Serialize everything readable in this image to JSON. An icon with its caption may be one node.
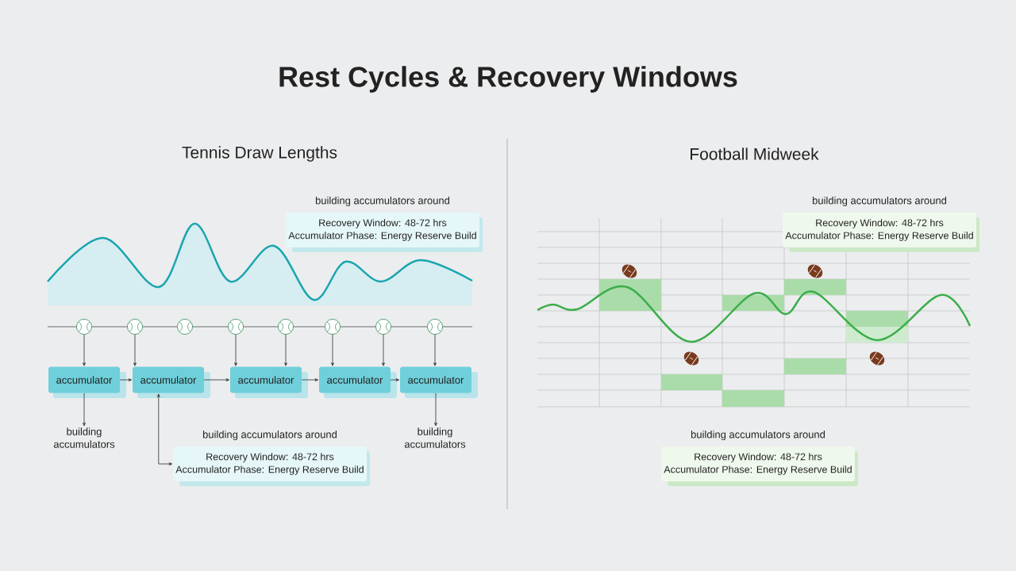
{
  "diagram": {
    "title": "Rest Cycles & Recovery Windows",
    "nodes": [
      {
        "text": [
          "building accumulators around",
          "Recovery Window: 48-72 hrs",
          "Accumulator Phase: Energy Reserve Build"
        ]
      },
      {
        "text": [],
        "shape": "circle"
      },
      {
        "text": [],
        "shape": "circle"
      },
      {
        "text": [],
        "shape": "circle"
      },
      {
        "text": [],
        "shape": "circle"
      },
      {
        "text": [],
        "shape": "circle"
      },
      {
        "text": [],
        "shape": "circle"
      },
      {
        "text": [],
        "shape": "circle"
      },
      {
        "text": [],
        "shape": "circle"
      },
      {
        "text": [
          "accumulator"
        ]
      },
      {
        "text": [
          "accumulator"
        ]
      },
      {
        "text": [
          "accumulator"
        ]
      },
      {
        "text": [
          "accumulator"
        ]
      },
      {
        "text": [
          "accumulator"
        ]
      },
      {
        "text": [
          "building accumulators"
        ]
      },
      {
        "text": [
          "building accumulators"
        ]
      },
      {
        "text": [
          "building accumulators around",
          "Recovery Window: 48-72 hrs",
          "Accumulator Phase: Energy Reserve Build"
        ]
      },
      {
        "text": [
          "building accumulators around",
          "Recovery Window: 48-72 hrs",
          "Accumulator Phase: Energy Reserve Build"
        ]
      },
      {
        "text": [
          "building accumulators around",
          "Recovery Window: 48-72 hrs",
          "Accumulator Phase: Energy Reserve Build"
        ]
      }
    ],
    "edges": [
      {
        "from": 1,
        "to": 9,
        "arrow": "to"
      },
      {
        "from": 2,
        "to": 10,
        "arrow": "to"
      },
      {
        "from": 4,
        "to": 11,
        "arrow": "to"
      },
      {
        "from": 5,
        "to": 11,
        "arrow": "to"
      },
      {
        "from": 6,
        "to": 12,
        "arrow": "to"
      },
      {
        "from": 7,
        "to": 12,
        "arrow": "to"
      },
      {
        "from": 8,
        "to": 13,
        "arrow": "to"
      },
      {
        "from": 9,
        "to": 10,
        "arrow": "to"
      },
      {
        "from": 10,
        "to": 11,
        "arrow": "to"
      },
      {
        "from": 11,
        "to": 12,
        "arrow": "to"
      },
      {
        "from": 12,
        "to": 13,
        "arrow": "to"
      },
      {
        "from": 9,
        "to": 14,
        "arrow": "to"
      },
      {
        "from": 13,
        "to": 15,
        "arrow": "to"
      },
      {
        "from": 10,
        "to": 16,
        "arrow": "both"
      }
    ],
    "labels": [
      "Tennis Draw Lengths",
      "Football Midweek"
    ]
  }
}
